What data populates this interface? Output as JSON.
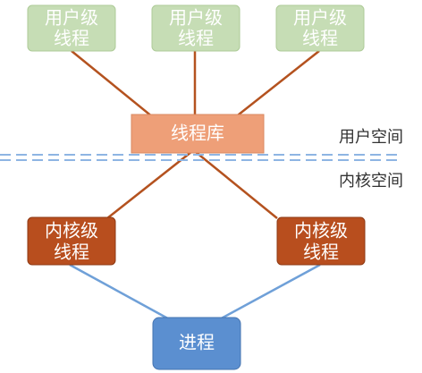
{
  "colors": {
    "user_thread_fill": "#C6DDB5",
    "user_thread_stroke": "#AECB98",
    "user_thread_text": "#FFFFFF",
    "library_fill": "#EE9F78",
    "library_stroke": "#D98860",
    "library_text": "#FFFFFF",
    "kernel_thread_fill": "#B84E1E",
    "kernel_thread_stroke": "#8E3A14",
    "kernel_thread_text": "#FFFFFF",
    "process_fill": "#5B8FD0",
    "process_stroke": "#4674B0",
    "process_text": "#FFFFFF",
    "cross_line": "#B4521F",
    "process_line": "#6FA0D8",
    "boundary_line": "#8EB5E3",
    "zone_text": "#333333"
  },
  "user_threads": [
    {
      "line1": "用户级",
      "line2": "线程"
    },
    {
      "line1": "用户级",
      "line2": "线程"
    },
    {
      "line1": "用户级",
      "line2": "线程"
    }
  ],
  "thread_library": {
    "label": "线程库"
  },
  "kernel_threads": [
    {
      "line1": "内核级",
      "line2": "线程"
    },
    {
      "line1": "内核级",
      "line2": "线程"
    }
  ],
  "process": {
    "label": "进程"
  },
  "zones": {
    "user_space": "用户空间",
    "kernel_space": "内核空间"
  }
}
